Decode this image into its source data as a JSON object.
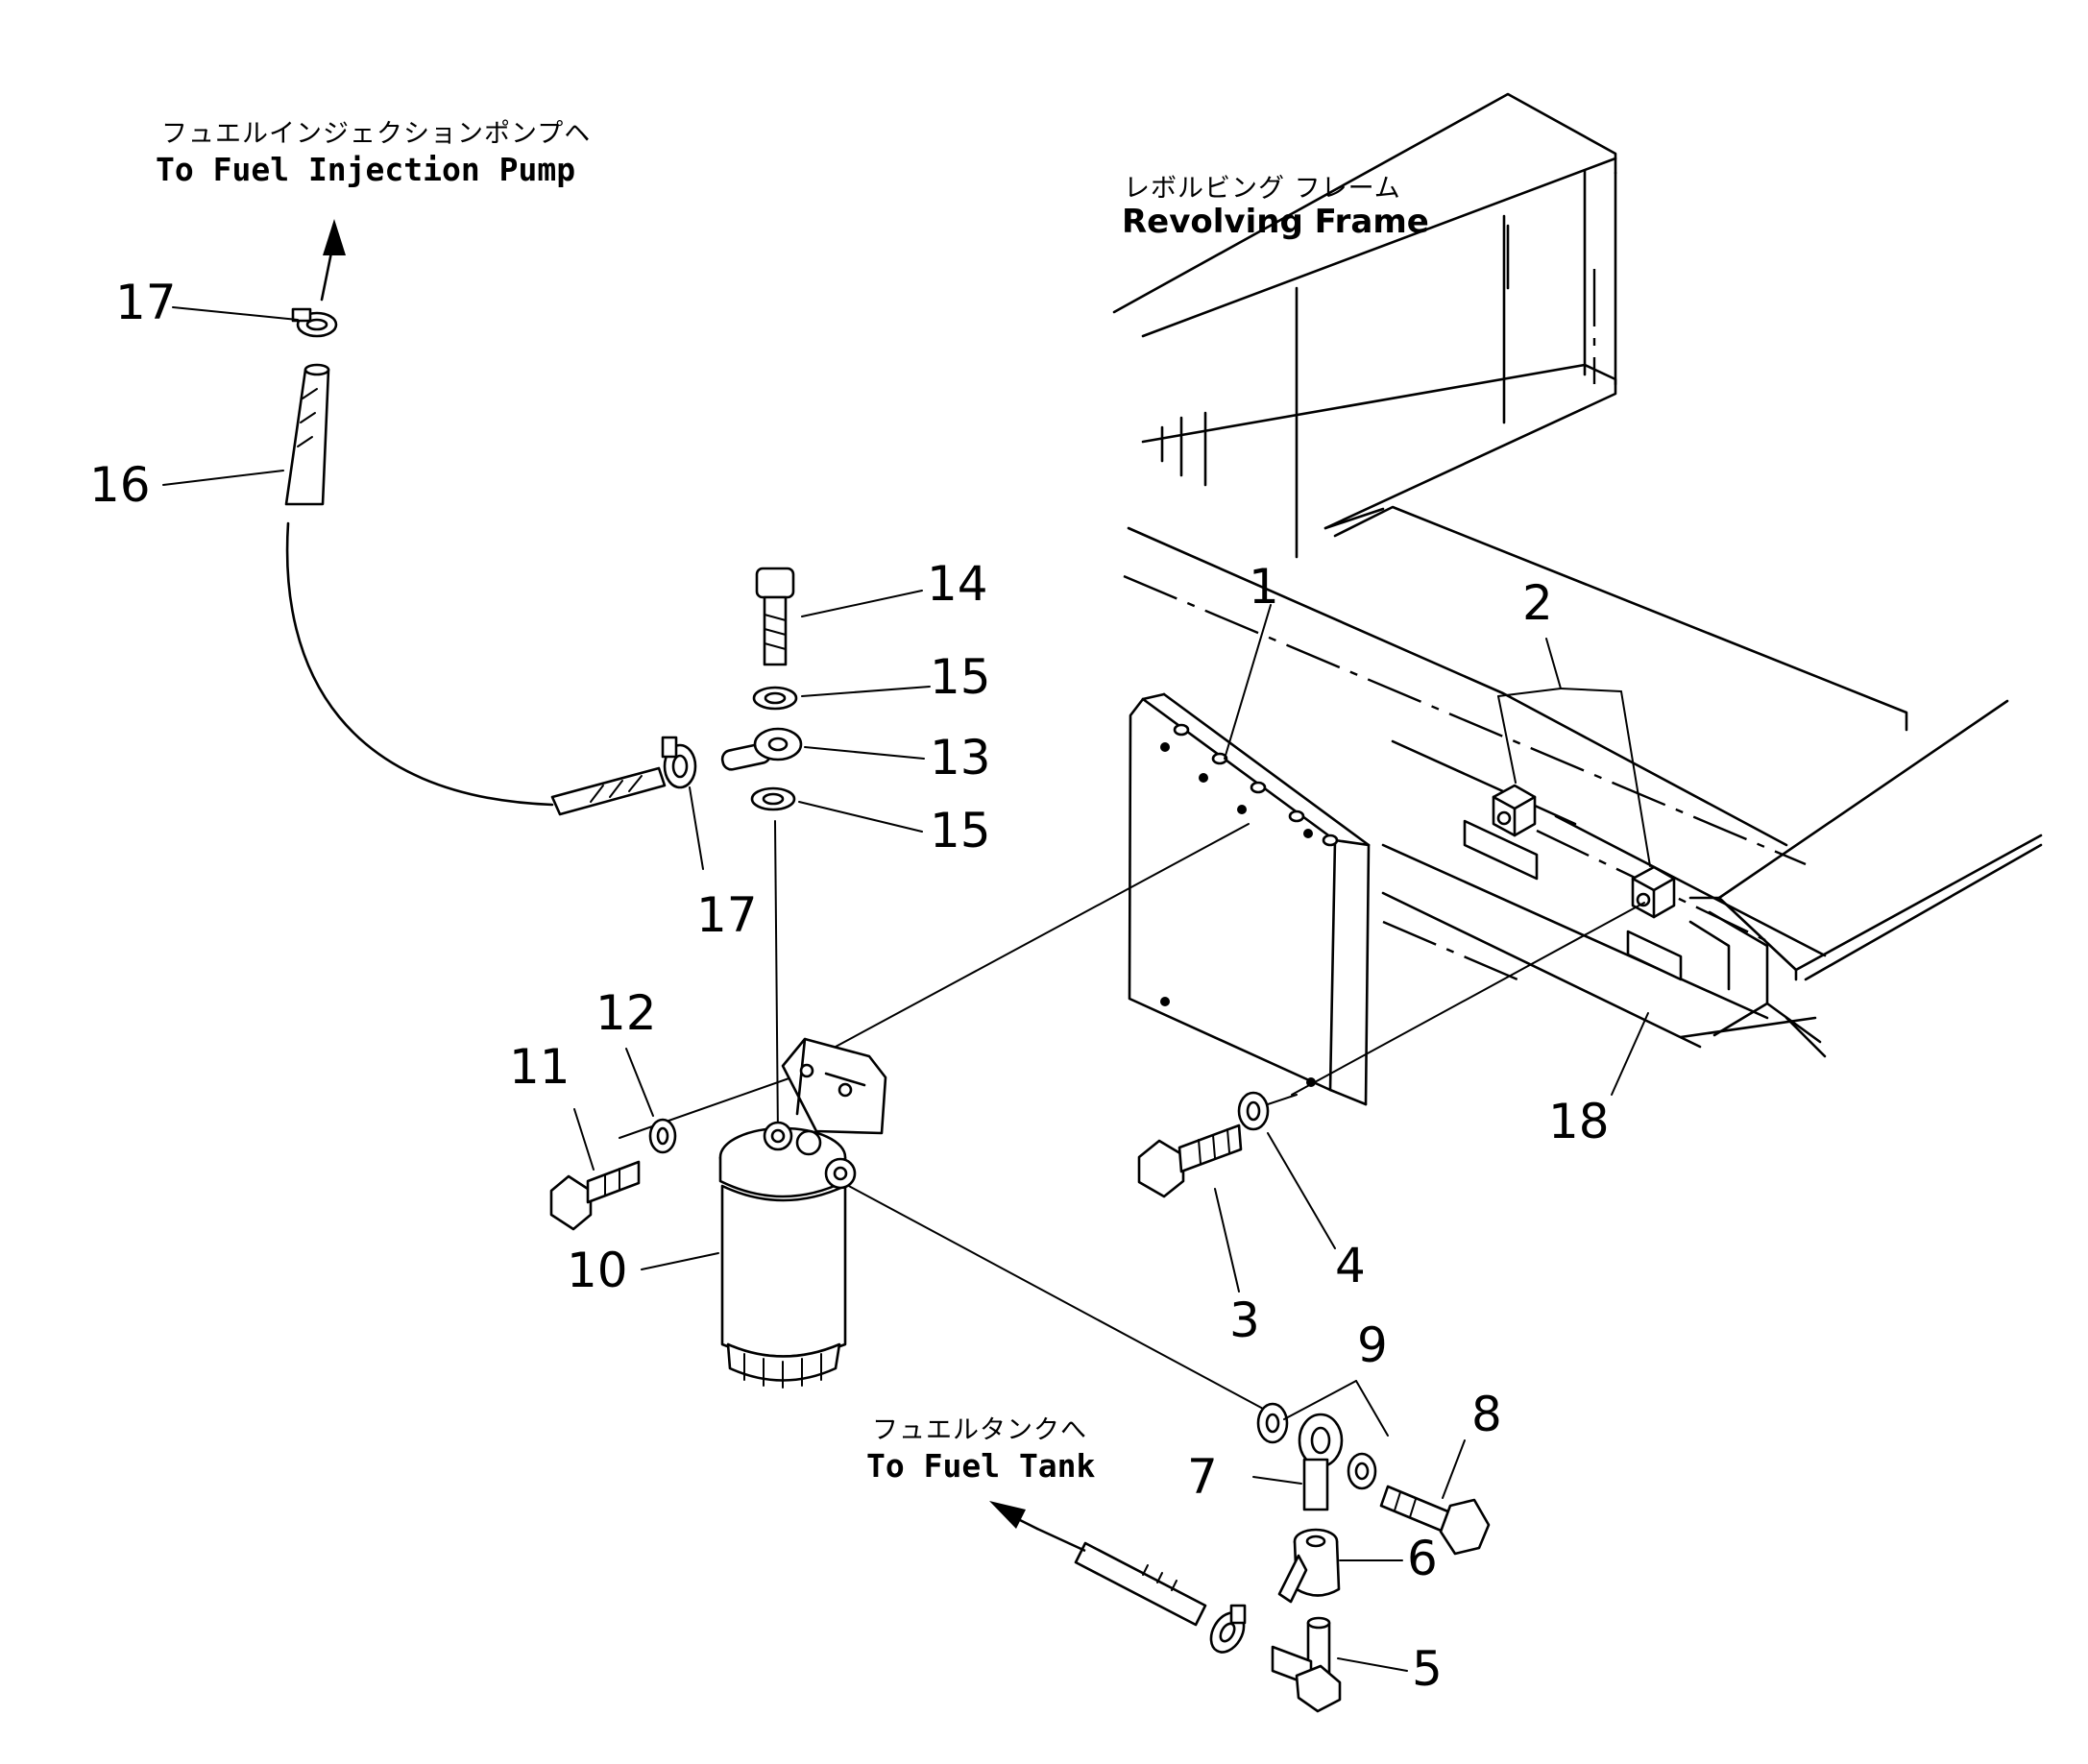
{
  "labels": {
    "injection_pump_jp": "フュエルインジェクションポンプヘ",
    "injection_pump_en": "To Fuel Injection Pump",
    "revolving_frame_jp": "レボルビング フレーム",
    "revolving_frame_en": "Revolving Frame",
    "fuel_tank_jp": "フュエルタンクへ",
    "fuel_tank_en": "To Fuel Tank"
  },
  "callouts": {
    "c1": "1",
    "c2": "2",
    "c3": "3",
    "c4": "4",
    "c5": "5",
    "c6": "6",
    "c7": "7",
    "c8": "8",
    "c9": "9",
    "c10": "10",
    "c11": "11",
    "c12": "12",
    "c13": "13",
    "c14": "14",
    "c15a": "15",
    "c15b": "15",
    "c16": "16",
    "c17a": "17",
    "c17b": "17",
    "c18": "18"
  }
}
